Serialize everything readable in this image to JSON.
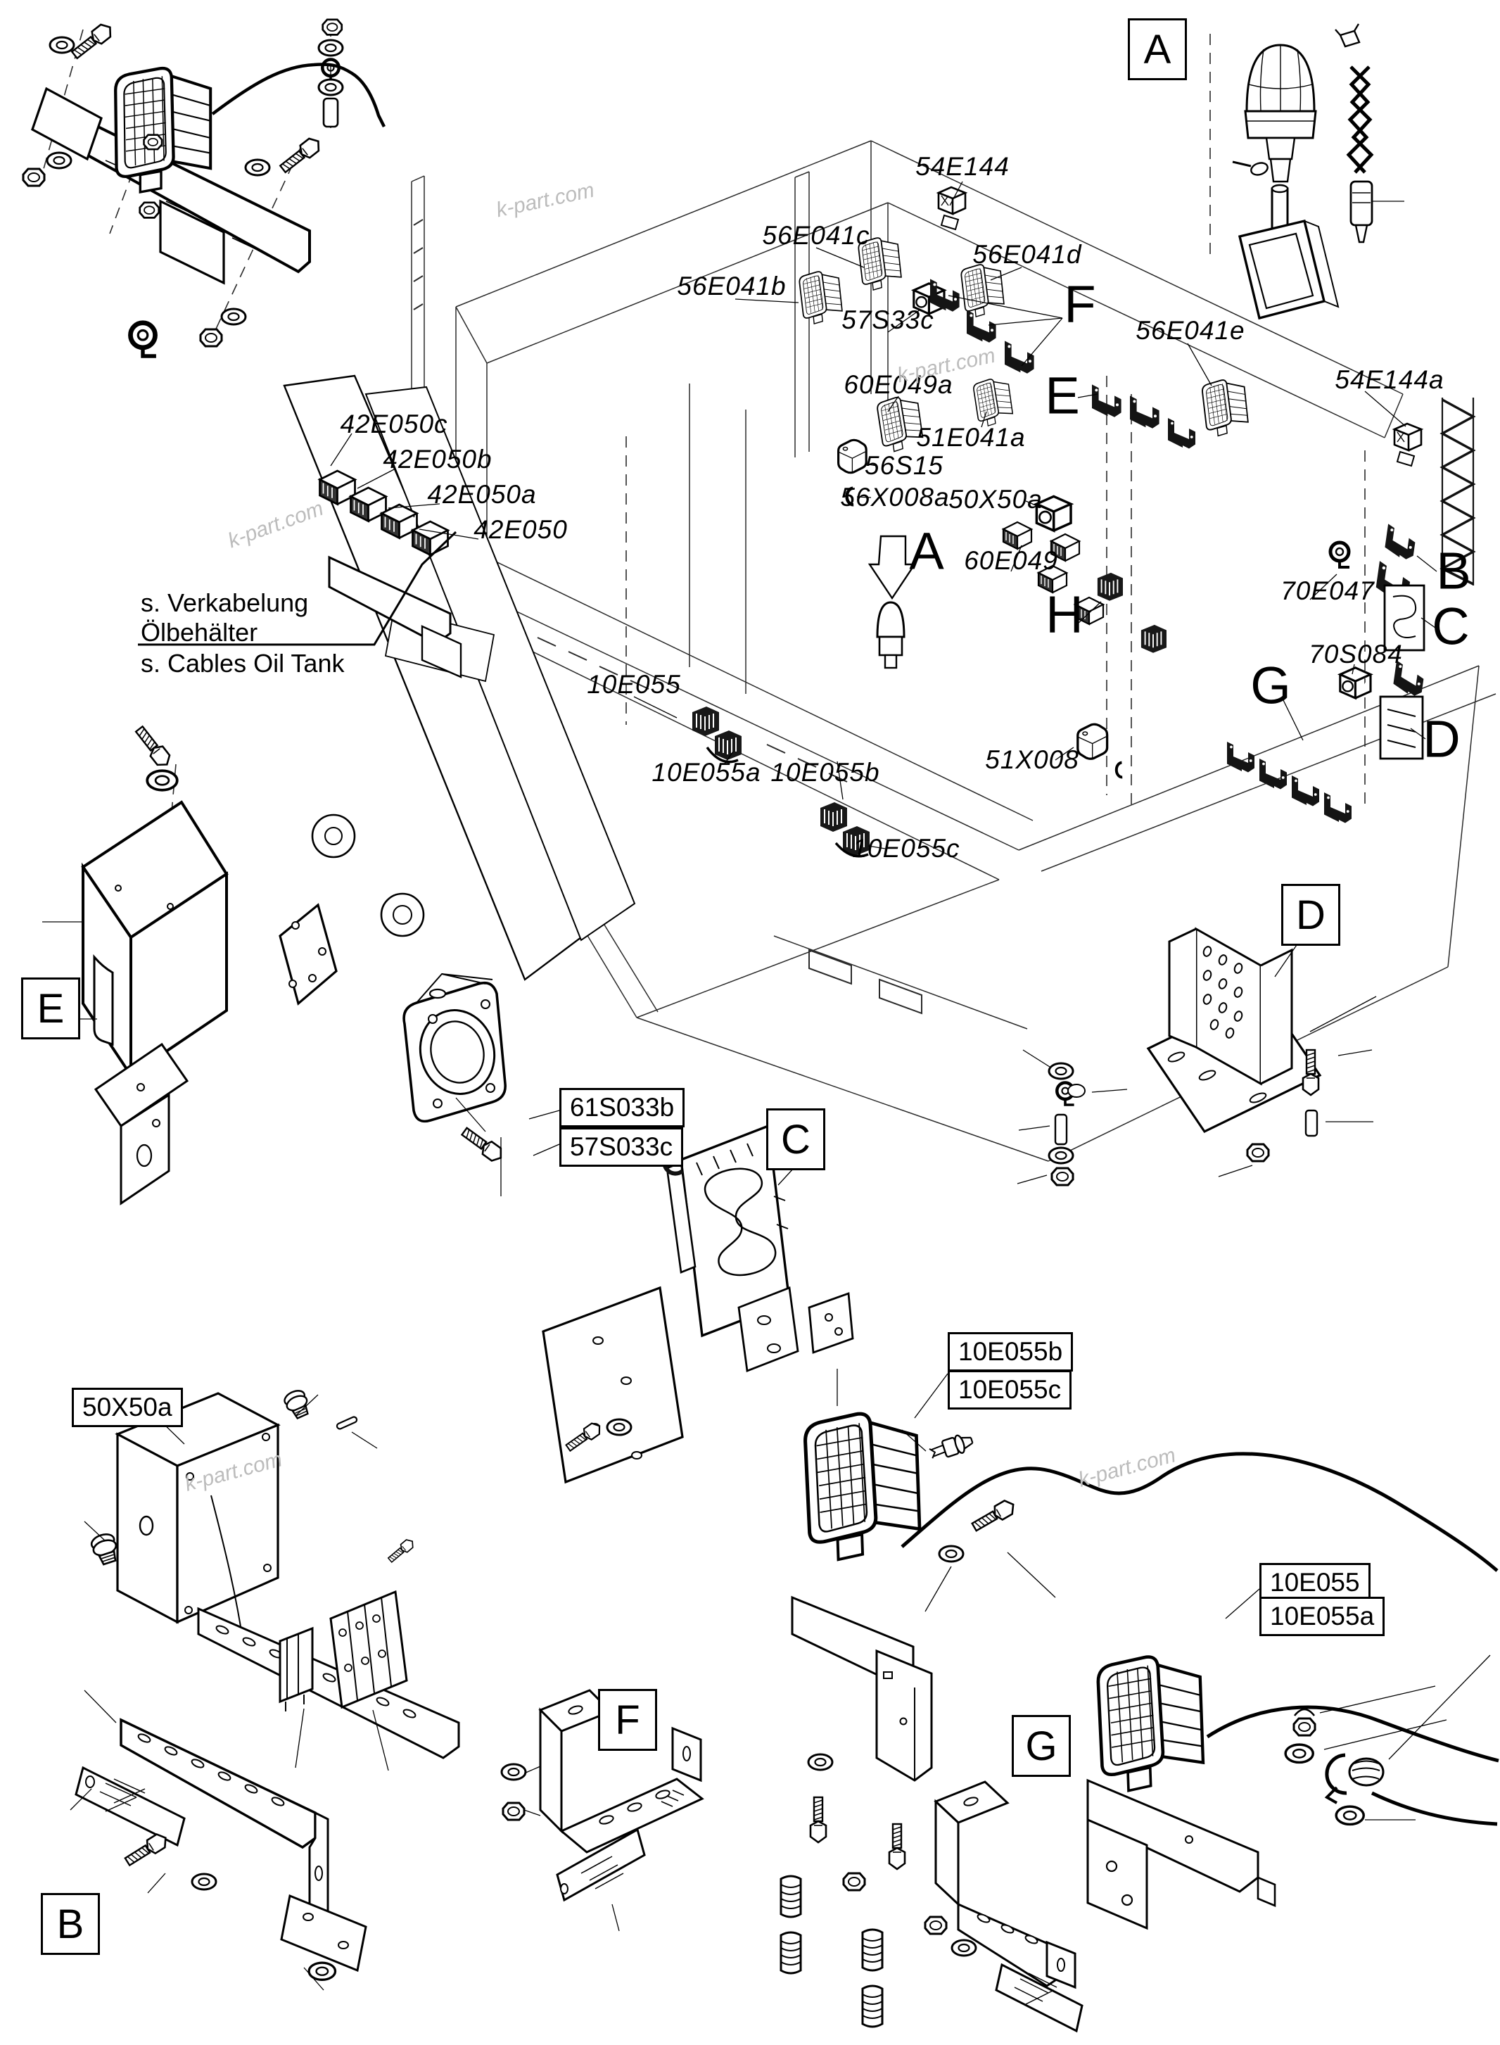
{
  "watermark": {
    "text": "k-part.com"
  },
  "note": {
    "line1": "s. Verkabelung",
    "line2": "Ölbehälter",
    "line3": "s. Cables Oil Tank"
  },
  "section_letters": {
    "A": "A",
    "B": "B",
    "C": "C",
    "D": "D",
    "E": "E",
    "F": "F",
    "G": "G",
    "H": "H"
  },
  "section_boxes": {
    "A": "A",
    "B": "B",
    "C": "C",
    "D": "D",
    "E": "E",
    "F": "F",
    "G": "G"
  },
  "part_labels": {
    "54E144": "54E144",
    "56E041b": "56E041b",
    "56E041c": "56E041c",
    "56E041d": "56E041d",
    "56E041e": "56E041e",
    "57S33c": "57S33c",
    "60E049a": "60E049a",
    "51E041a": "51E041a",
    "56S15": "56S15",
    "56X008a": "56X008a",
    "50X50a": "50X50a",
    "54E144a": "54E144a",
    "42E050c": "42E050c",
    "42E050b": "42E050b",
    "42E050a": "42E050a",
    "42E050": "42E050",
    "60E049": "60E049",
    "70E047": "70E047",
    "70S084": "70S084",
    "51X008": "51X008",
    "10E055": "10E055",
    "10E055a": "10E055a",
    "10E055b": "10E055b",
    "10E055c": "10E055c"
  },
  "boxed_labels": {
    "61S033b": "61S033b",
    "57S033c": "57S033c",
    "50X50a": "50X50a",
    "10E055b": "10E055b",
    "10E055c": "10E055c",
    "10E055": "10E055",
    "10E055a": "10E055a"
  }
}
